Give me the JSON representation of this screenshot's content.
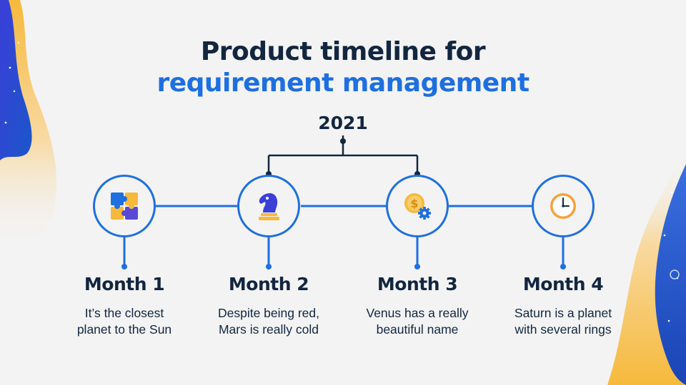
{
  "title": {
    "line1": "Product timeline for",
    "line2": "requirement management"
  },
  "year": "2021",
  "colors": {
    "accent": "#1e6fe0",
    "dark": "#12263f",
    "background": "#f3f3f3",
    "gold": "#f4b73d"
  },
  "milestones": [
    {
      "label": "Month 1",
      "desc_line1": "It’s the closest",
      "desc_line2": "planet to the Sun",
      "icon": "puzzle-icon"
    },
    {
      "label": "Month 2",
      "desc_line1": "Despite being red,",
      "desc_line2": "Mars is really cold",
      "icon": "chess-knight-icon"
    },
    {
      "label": "Month 3",
      "desc_line1": "Venus has a really",
      "desc_line2": "beautiful name",
      "icon": "coin-gear-icon"
    },
    {
      "label": "Month 4",
      "desc_line1": "Saturn is a planet",
      "desc_line2": "with several rings",
      "icon": "clock-icon"
    }
  ]
}
